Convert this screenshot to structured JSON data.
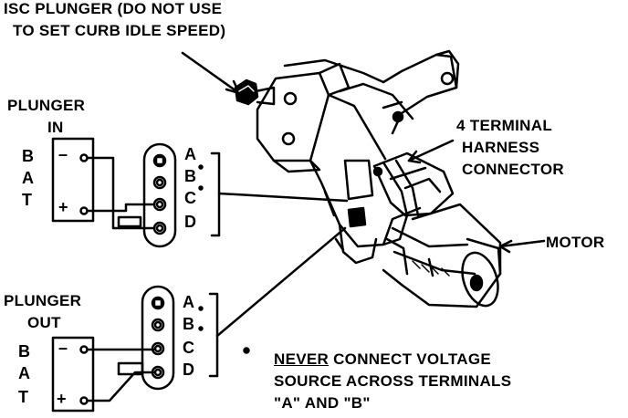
{
  "callouts": {
    "isc_line1": "ISC PLUNGER (DO NOT USE",
    "isc_line2": "TO SET CURB IDLE SPEED)",
    "harness_line1": "4 TERMINAL",
    "harness_line2": "HARNESS",
    "harness_line3": "CONNECTOR",
    "motor": "MOTOR"
  },
  "plunger_in": {
    "title_line1": "PLUNGER",
    "title_line2": "IN",
    "bat_letters": [
      "B",
      "A",
      "T"
    ],
    "terminal_letters": [
      "A",
      "B",
      "C",
      "D"
    ],
    "neg_sign": "–",
    "pos_sign": "+"
  },
  "plunger_out": {
    "title_line1": "PLUNGER",
    "title_line2": "OUT",
    "bat_letters": [
      "B",
      "A",
      "T"
    ],
    "terminal_letters": [
      "A",
      "B",
      "C",
      "D"
    ],
    "neg_sign": "–",
    "pos_sign": "+"
  },
  "warning": {
    "never": "NEVER",
    "line1_rest": " CONNECT VOLTAGE",
    "line2": "SOURCE ACROSS TERMINALS",
    "line3": "\"A\" AND \"B\""
  }
}
